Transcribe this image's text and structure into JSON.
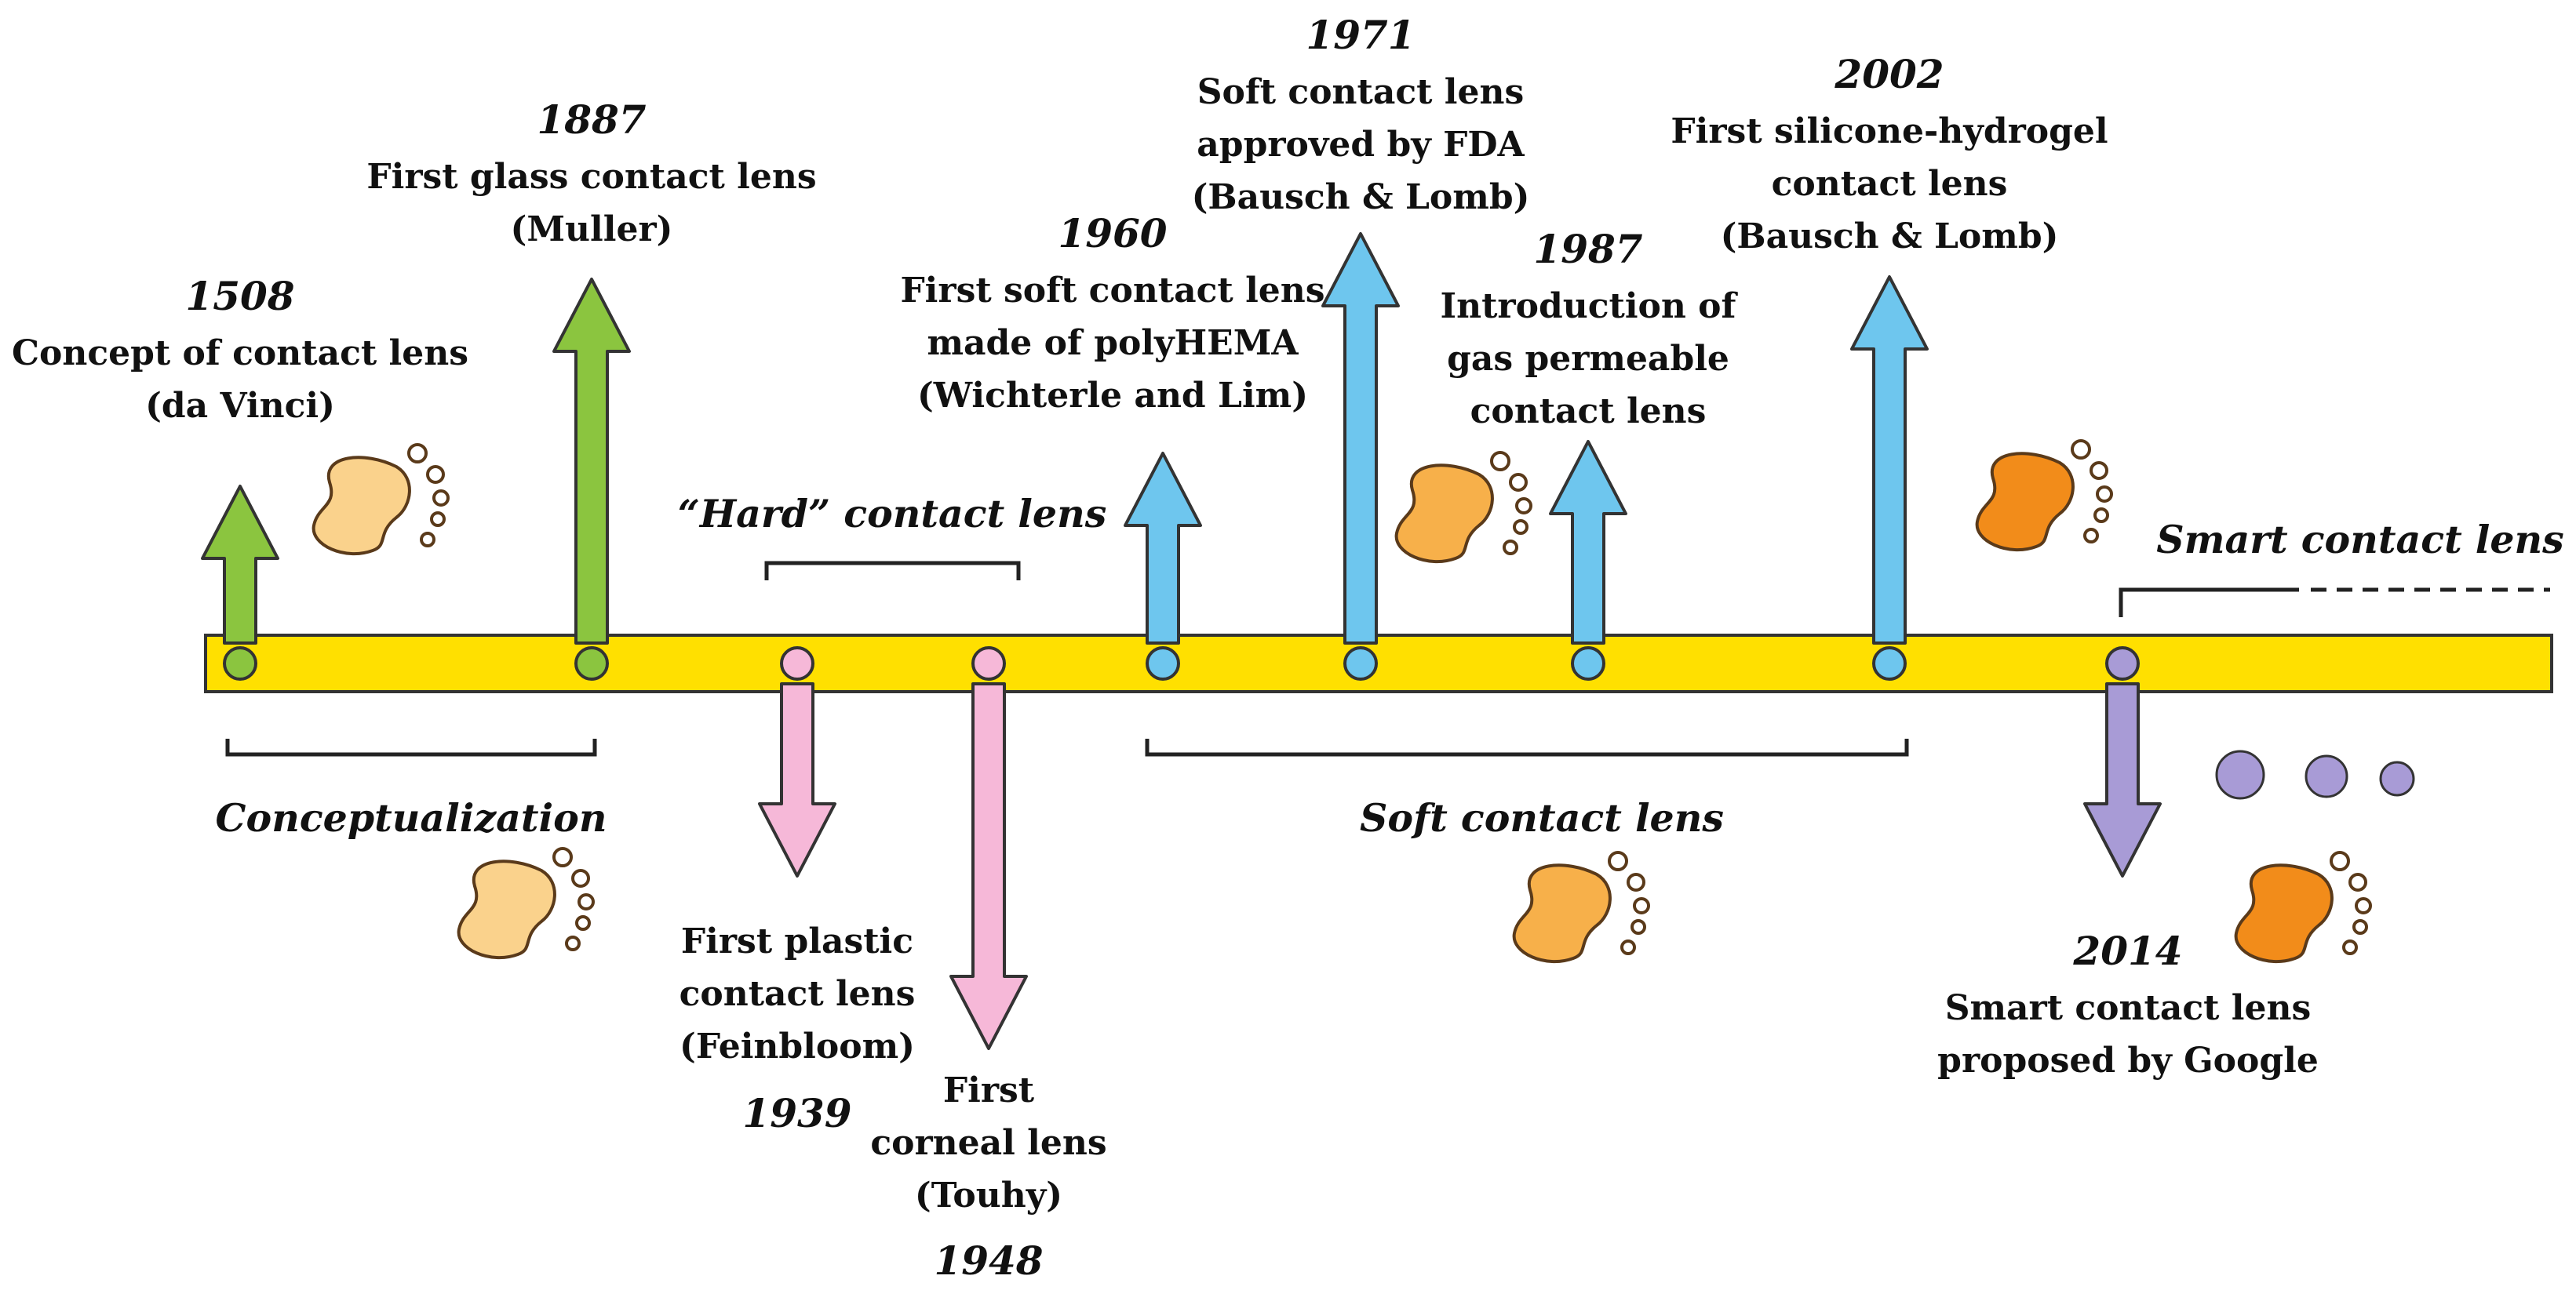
{
  "colors": {
    "timeline_fill": "#FFE000",
    "timeline_stroke": "#333333",
    "conceptualization": "#8BC53F",
    "hard": "#F6B8D8",
    "soft": "#6EC6EE",
    "smart": "#A89BD6",
    "footprint_light": "#FAD28C",
    "footprint_mid": "#F7B04A",
    "footprint_dark": "#F28C1A"
  },
  "eras": {
    "conceptualization": "Conceptualization",
    "hard": "“Hard” contact lens",
    "soft": "Soft contact lens",
    "smart": "Smart contact lens"
  },
  "milestones": [
    {
      "year": "1508",
      "lines": [
        "Concept of contact lens",
        "(da Vinci)"
      ],
      "category": "conceptualization",
      "direction": "up"
    },
    {
      "year": "1887",
      "lines": [
        "First glass contact lens",
        "(Muller)"
      ],
      "category": "conceptualization",
      "direction": "up"
    },
    {
      "year": "1939",
      "lines": [
        "First plastic",
        "contact lens",
        "(Feinbloom)"
      ],
      "category": "hard",
      "direction": "down"
    },
    {
      "year": "1948",
      "lines": [
        "First",
        "corneal lens",
        "(Touhy)"
      ],
      "category": "hard",
      "direction": "down"
    },
    {
      "year": "1960",
      "lines": [
        "First soft contact lens",
        "made of polyHEMA",
        "(Wichterle and Lim)"
      ],
      "category": "soft",
      "direction": "up"
    },
    {
      "year": "1971",
      "lines": [
        "Soft contact lens",
        "approved by FDA",
        "(Bausch & Lomb)"
      ],
      "category": "soft",
      "direction": "up"
    },
    {
      "year": "1987",
      "lines": [
        "Introduction of",
        "gas permeable",
        "contact lens"
      ],
      "category": "soft",
      "direction": "up"
    },
    {
      "year": "2002",
      "lines": [
        "First silicone-hydrogel",
        "contact lens",
        "(Bausch & Lomb)"
      ],
      "category": "soft",
      "direction": "up"
    },
    {
      "year": "2014",
      "lines": [
        "Smart contact lens",
        "proposed by Google"
      ],
      "category": "smart",
      "direction": "down"
    }
  ]
}
